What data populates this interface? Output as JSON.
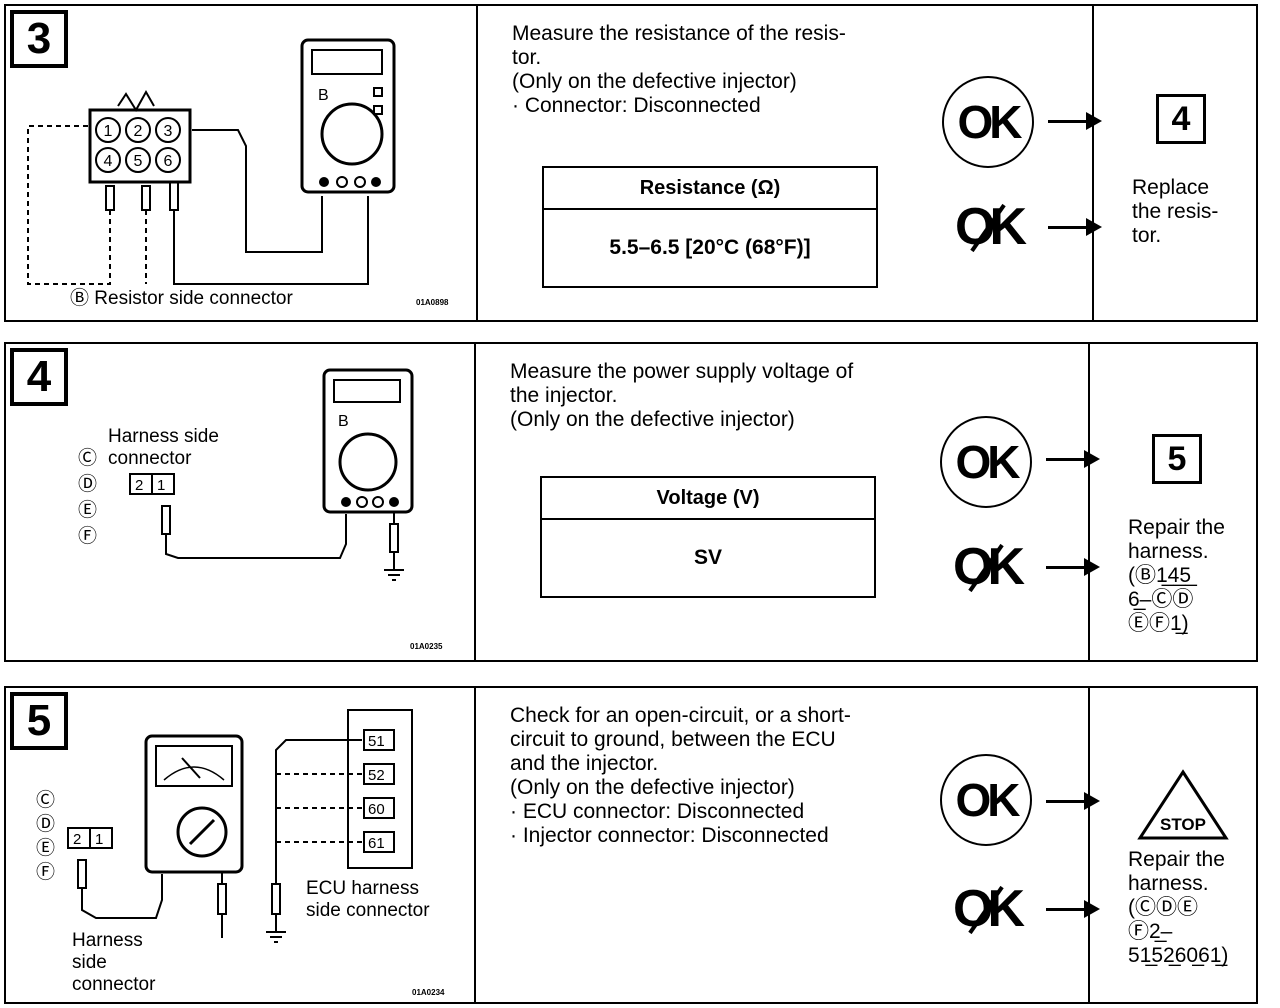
{
  "steps": [
    {
      "number": "3",
      "instruction": "Measure the resistance of the resis-\ntor.\n(Only on the defective injector)\n· Connector: Disconnected",
      "table": {
        "header": "Resistance (Ω)",
        "value": "5.5–6.5 [20°C (68°F)]"
      },
      "ok_label": "OK",
      "ng_label": "OK",
      "ok_result": "4",
      "ng_result": "Replace\nthe resis-\ntor.",
      "figure": {
        "caption": "Ⓑ Resistor side connector",
        "code": "01A0898",
        "pins": [
          "1",
          "2",
          "3",
          "4",
          "5",
          "6"
        ],
        "meter_mark": "B"
      }
    },
    {
      "number": "4",
      "instruction": "Measure the power supply voltage of\nthe injector.\n(Only on the defective injector)",
      "table": {
        "header": "Voltage (V)",
        "value": "SV"
      },
      "ok_label": "OK",
      "ng_label": "OK",
      "ok_result": "5",
      "ng_result": "Repair the\nharness.\n(Ⓑ1̲4̲5̲\n6̲–ⒸⒹ\nⒺⒻ1̲)",
      "figure": {
        "label": "Harness side\nconnector",
        "letters": [
          "Ⓒ",
          "Ⓓ",
          "Ⓔ",
          "Ⓕ"
        ],
        "pins": [
          "2",
          "1"
        ],
        "code": "01A0235",
        "meter_mark": "B"
      }
    },
    {
      "number": "5",
      "instruction": "Check for an open-circuit, or a short-\ncircuit to ground, between the ECU\nand the injector.\n(Only on the defective injector)\n· ECU connector: Disconnected\n· Injector connector: Disconnected",
      "ok_label": "OK",
      "ng_label": "OK",
      "stop_label": "STOP",
      "ng_result": "Repair the\nharness.\n(ⒸⒹⒺ\nⒻ2̲–\n51̲52̲60̲61̲)",
      "figure": {
        "letters": [
          "Ⓒ",
          "Ⓓ",
          "Ⓔ",
          "Ⓕ"
        ],
        "pins": [
          "2",
          "1"
        ],
        "ecu_pins": [
          "51",
          "52",
          "60",
          "61"
        ],
        "ecu_label": "ECU harness\nside connector",
        "harness_label": "Harness\nside\nconnector",
        "code": "01A0234"
      }
    }
  ]
}
